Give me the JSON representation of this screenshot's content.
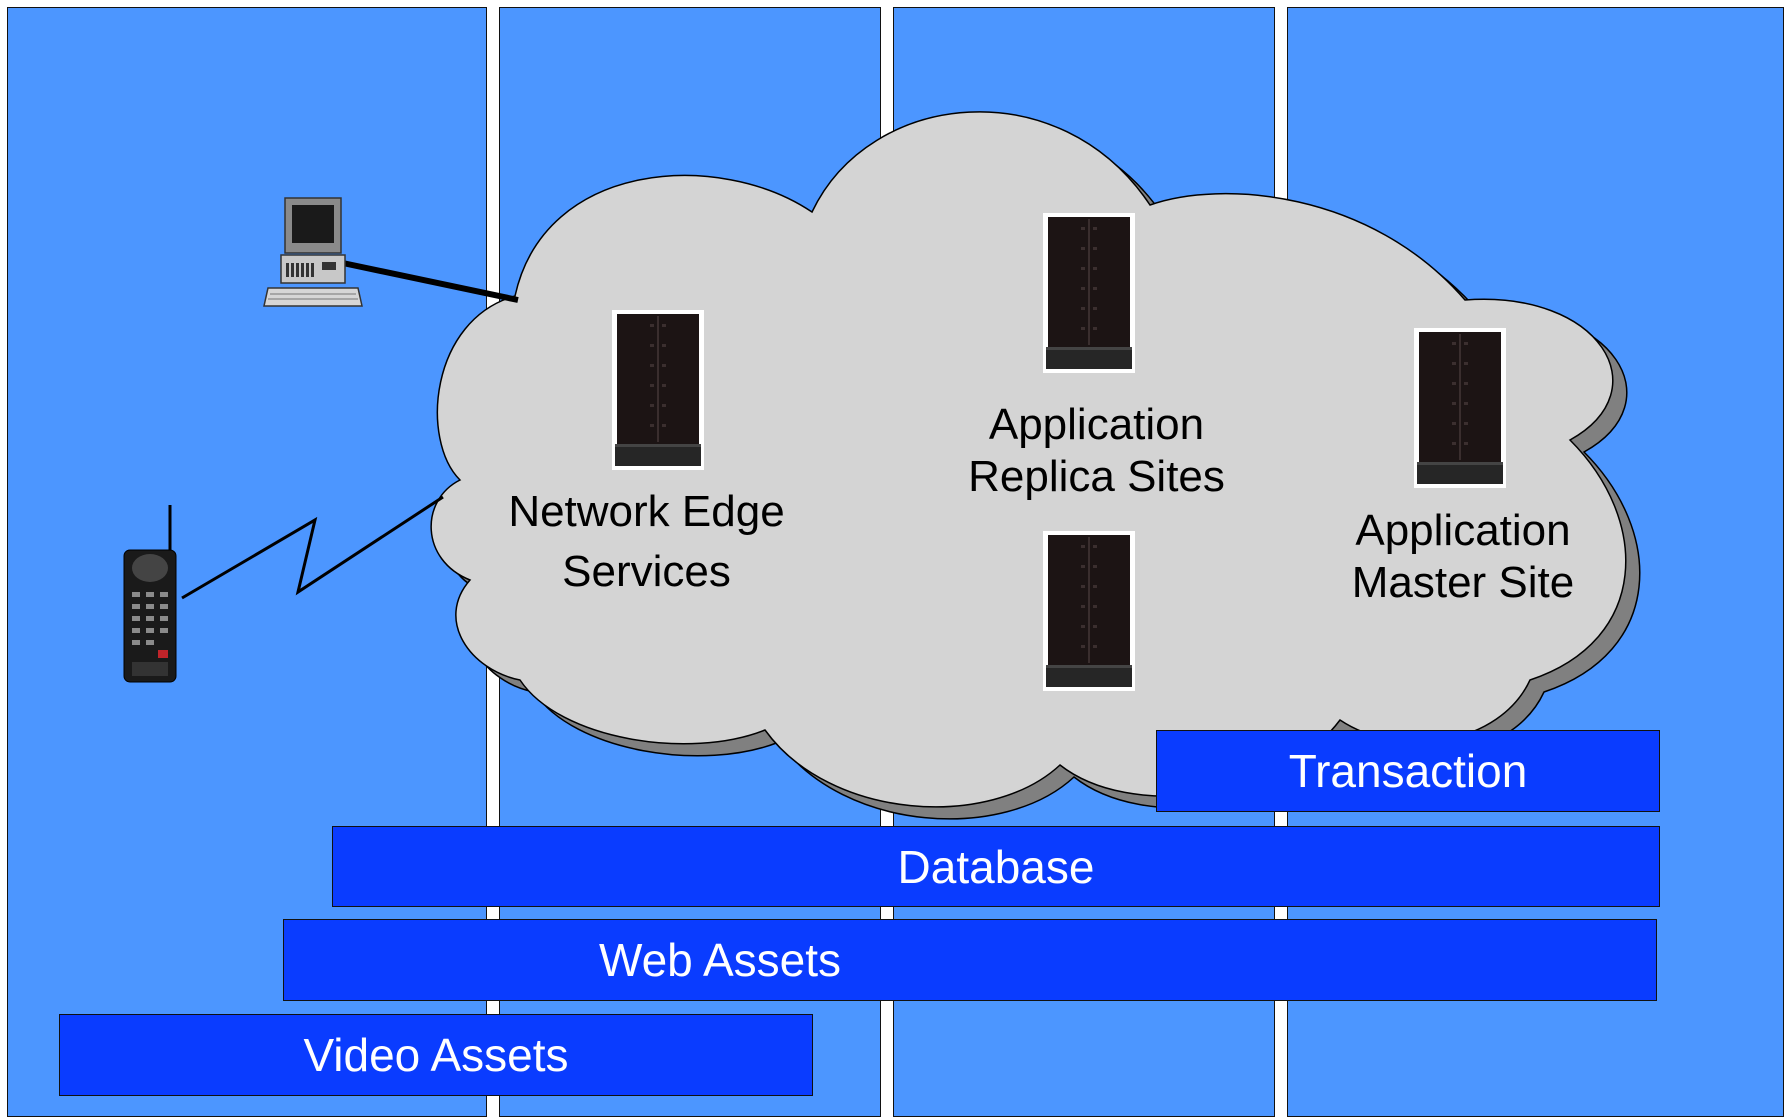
{
  "cloud_labels": {
    "network_edge": "Network Edge\nServices",
    "replica": "Application\nReplica Sites",
    "master": "Application\nMaster Site"
  },
  "bars": {
    "transaction": "Transaction",
    "database": "Database",
    "web_assets": "Web Assets",
    "video_assets": "Video Assets"
  },
  "colors": {
    "column_fill": "#4c96ff",
    "cloud_fill": "#d4d4d4",
    "cloud_shadow": "#808080",
    "bar_fill": "#0a3cff"
  },
  "icons": [
    "desktop-computer-icon",
    "cordless-phone-icon",
    "server-tower-icon"
  ]
}
